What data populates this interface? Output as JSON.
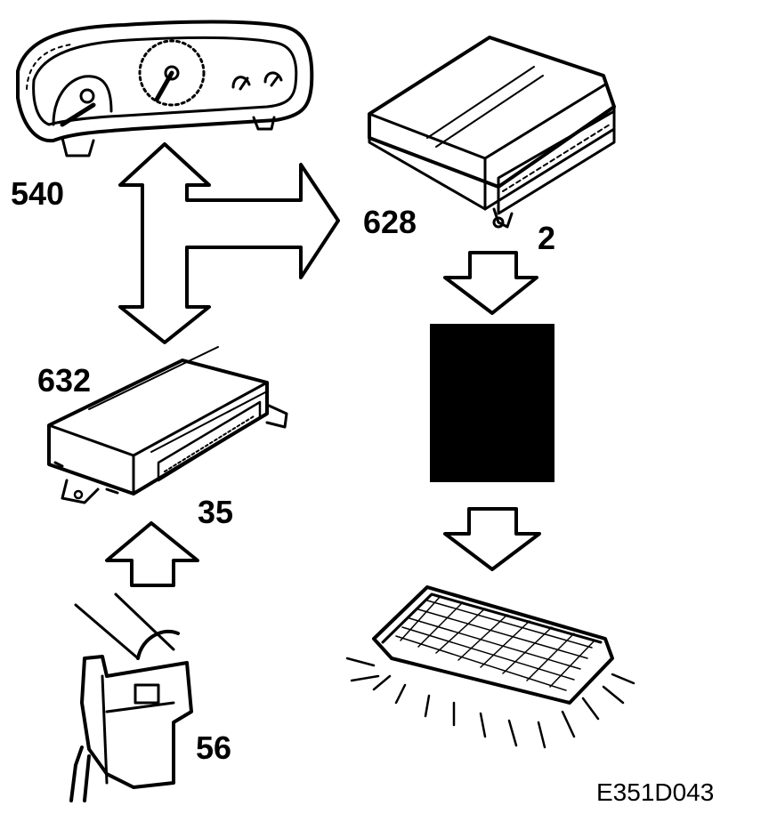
{
  "labels": {
    "cluster": "540",
    "control_module_top": "628",
    "control_module_top_pin": "2",
    "control_module_left": "632",
    "control_module_left_pin": "35",
    "door_switch": "56"
  },
  "figure_code": "E351D043",
  "colors": {
    "ink": "#000000",
    "paper": "#ffffff",
    "panel_bg": "#000000"
  }
}
